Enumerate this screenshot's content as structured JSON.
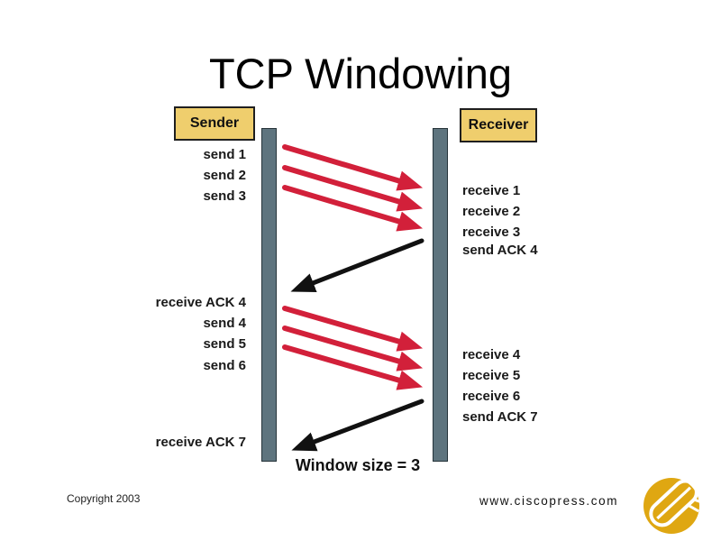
{
  "title": "TCP Windowing",
  "sender": {
    "box_label": "Sender",
    "events": [
      "send 1",
      "send 2",
      "send 3",
      "receive ACK 4",
      "send 4",
      "send 5",
      "send 6",
      "receive ACK 7"
    ]
  },
  "receiver": {
    "box_label": "Receiver",
    "events": [
      "receive 1",
      "receive 2",
      "receive 3",
      "send ACK 4",
      "receive 4",
      "receive 5",
      "receive 6",
      "send ACK 7"
    ]
  },
  "annotations": {
    "window_size": "Window size = 3"
  },
  "footer": {
    "copyright": "Copyright 2003",
    "website": "www.ciscopress.com"
  },
  "colors": {
    "background": "#FFFFFF",
    "data_arrow_red": "#D2203A",
    "ack_arrow_black": "#111111",
    "timeline_bar_gray": "#5E747E",
    "endpoint_box_yellow": "#EFCE6D",
    "logo_gold": "#DFA712",
    "text": "#1A1A1A"
  },
  "icons": {
    "logo": "ciscopress-scroll-logo"
  }
}
